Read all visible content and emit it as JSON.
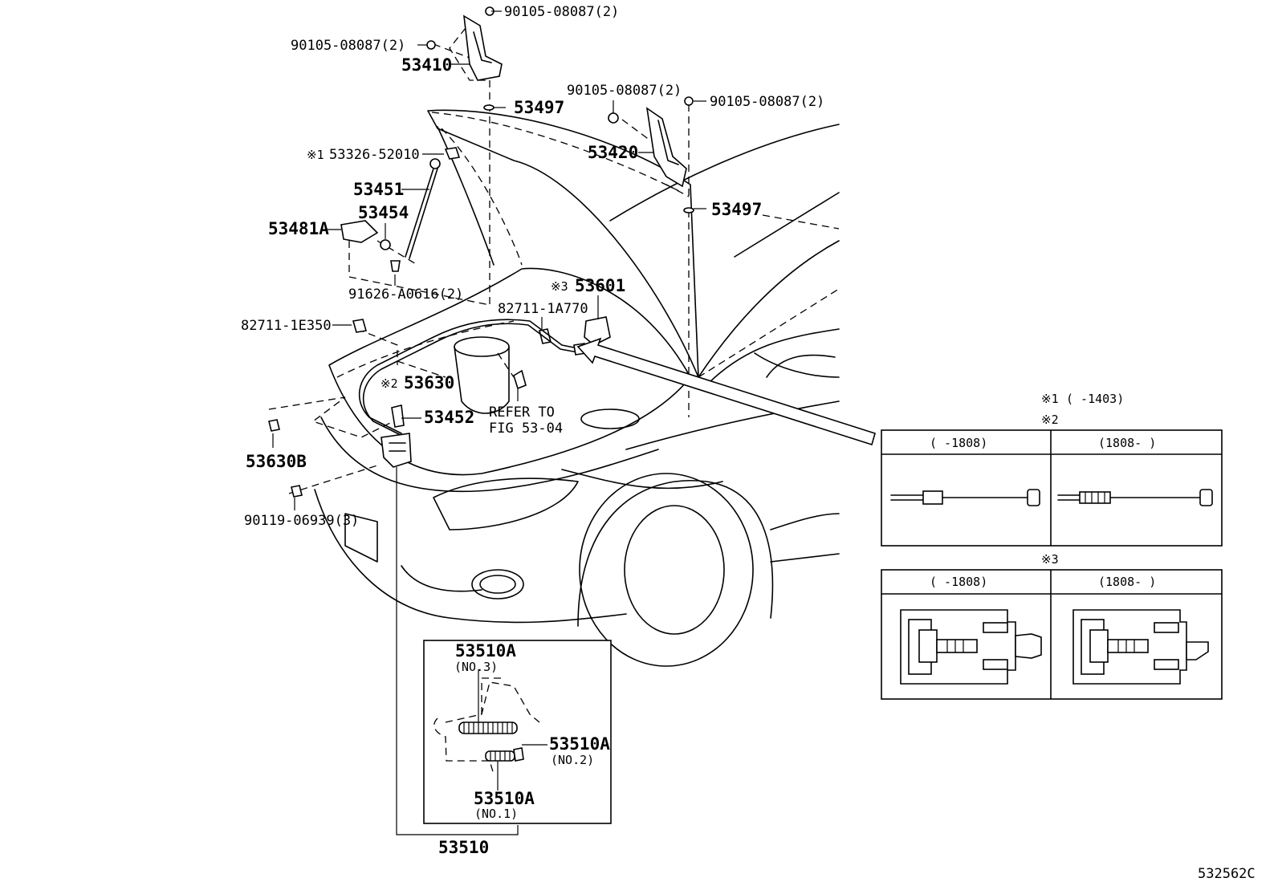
{
  "labels": {
    "hinge_bolt_top": "90105-08087(2)",
    "hinge_bolt_left": "90105-08087(2)",
    "hinge_lh": "53410",
    "hinge_cushion_lh": "53497",
    "hinge_bolt_rh_left": "90105-08087(2)",
    "hinge_bolt_rh_right": "90105-08087(2)",
    "hinge_rh": "53420",
    "hinge_cushion_rh": "53497",
    "support_clip_prefix": "※1",
    "support_clip": "53326-52010",
    "support_rod": "53451",
    "rod_grommet": "53454",
    "rod_holder": "53481A",
    "holder_screw": "91626-A0616(2)",
    "clamp_left": "82711-1E350",
    "clamp_right": "82711-1A770",
    "release_lever_prefix": "※3",
    "release_lever": "53601",
    "release_cable_prefix": "※2",
    "release_cable": "53630",
    "lock_bolt": "53452",
    "refer_line1": "REFER TO",
    "refer_line2": "FIG 53-04",
    "cable_clamp_b": "53630B",
    "lock_screw": "90119-06939(3)",
    "lock_assy": "53510",
    "footer_code": "532562C"
  },
  "detail_lock": {
    "spring_no3": "53510A",
    "spring_no3_sub": "(NO.3)",
    "spring_no2": "53510A",
    "spring_no2_sub": "(NO.2)",
    "spring_no1": "53510A",
    "spring_no1_sub": "(NO.1)"
  },
  "note1": {
    "mark": "※1",
    "range": "(     -1403)"
  },
  "note2": {
    "mark": "※2",
    "col_left": "(     -1808)",
    "col_right": "(1808-     )"
  },
  "note3": {
    "mark": "※3",
    "col_left": "(     -1808)",
    "col_right": "(1808-     )"
  }
}
